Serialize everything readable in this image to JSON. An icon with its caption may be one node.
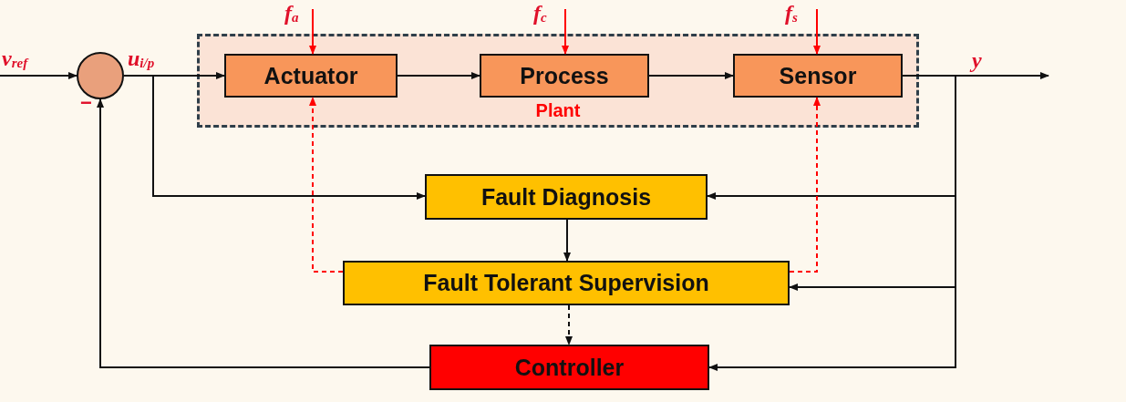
{
  "diagram": {
    "nodes": [
      {
        "text": [
          "Plant"
        ]
      },
      {
        "text": [
          "Actuator"
        ],
        "in": 0
      },
      {
        "text": [
          "Process"
        ],
        "in": 0
      },
      {
        "text": [
          "Sensor"
        ],
        "in": 0
      },
      {
        "text": [],
        "shape": "circle"
      },
      {
        "text": [
          "Fault Diagnosis"
        ]
      },
      {
        "text": [
          "Fault Tolerant Supervision"
        ]
      },
      {
        "text": [
          "Controller"
        ]
      }
    ],
    "edges": [
      {
        "from": null,
        "to": 4,
        "arrow": "to",
        "label": "v$_{ref}$"
      },
      {
        "from": 4,
        "to": 1,
        "arrow": "to",
        "label": "u$_{i/p}$"
      },
      {
        "from": 1,
        "to": 2,
        "arrow": "to"
      },
      {
        "from": 2,
        "to": 3,
        "arrow": "to"
      },
      {
        "from": 3,
        "to": null,
        "arrow": "to",
        "label": "y"
      },
      {
        "from": null,
        "to": 1,
        "arrow": "to",
        "label": "f$_{a}$",
        "color": "#ff0000"
      },
      {
        "from": null,
        "to": 2,
        "arrow": "to",
        "label": "f$_{c}$",
        "color": "#ff0000"
      },
      {
        "from": null,
        "to": 3,
        "arrow": "to",
        "label": "f$_{s}$",
        "color": "#ff0000"
      },
      {
        "from": 4,
        "to": 5,
        "arrow": "to"
      },
      {
        "from": 3,
        "to": 5,
        "arrow": "to"
      },
      {
        "from": 3,
        "to": 6,
        "arrow": "to"
      },
      {
        "from": 3,
        "to": 7,
        "arrow": "to"
      },
      {
        "from": 5,
        "to": 6,
        "arrow": "to"
      },
      {
        "from": 6,
        "to": 7,
        "arrow": "to",
        "style": "dashed"
      },
      {
        "from": 7,
        "to": 4,
        "arrow": "to"
      },
      {
        "from": 6,
        "to": 1,
        "arrow": "to",
        "style": "dashed",
        "color": "#ff0000"
      },
      {
        "from": 6,
        "to": 3,
        "arrow": "to",
        "style": "dashed",
        "color": "#ff0000"
      }
    ],
    "labels": [
      "−"
    ]
  }
}
